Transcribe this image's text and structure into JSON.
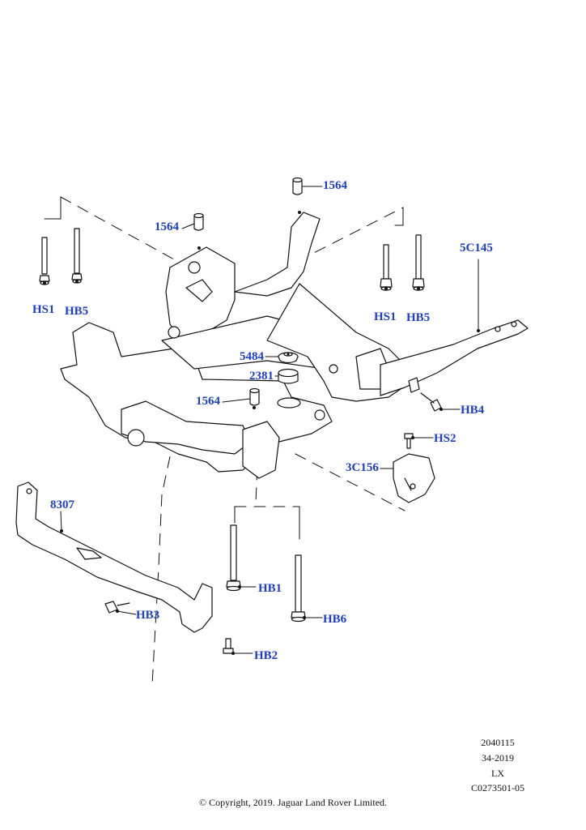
{
  "callouts": {
    "bushing_top_right": "1564",
    "bushing_top_left": "1564",
    "bushing_center": "1564",
    "hs1_left": "HS1",
    "hb5_left": "HB5",
    "hs1_right": "HS1",
    "hb5_right": "HB5",
    "crossmember": "5C145",
    "mount_5484": "5484",
    "mount_2381": "2381",
    "hb4": "HB4",
    "hs2": "HS2",
    "bracket_3c156": "3C156",
    "stabilizer_8307": "8307",
    "hb1": "HB1",
    "hb3": "HB3",
    "hb6": "HB6",
    "hb2": "HB2"
  },
  "meta": {
    "code1": "2040115",
    "code2": "34-2019",
    "code3": "LX",
    "code4": "C0273501-05"
  },
  "copyright": "© Copyright, 2019. Jaguar Land Rover Limited.",
  "colors": {
    "callout": "#1b3fc6",
    "line": "#111111"
  }
}
